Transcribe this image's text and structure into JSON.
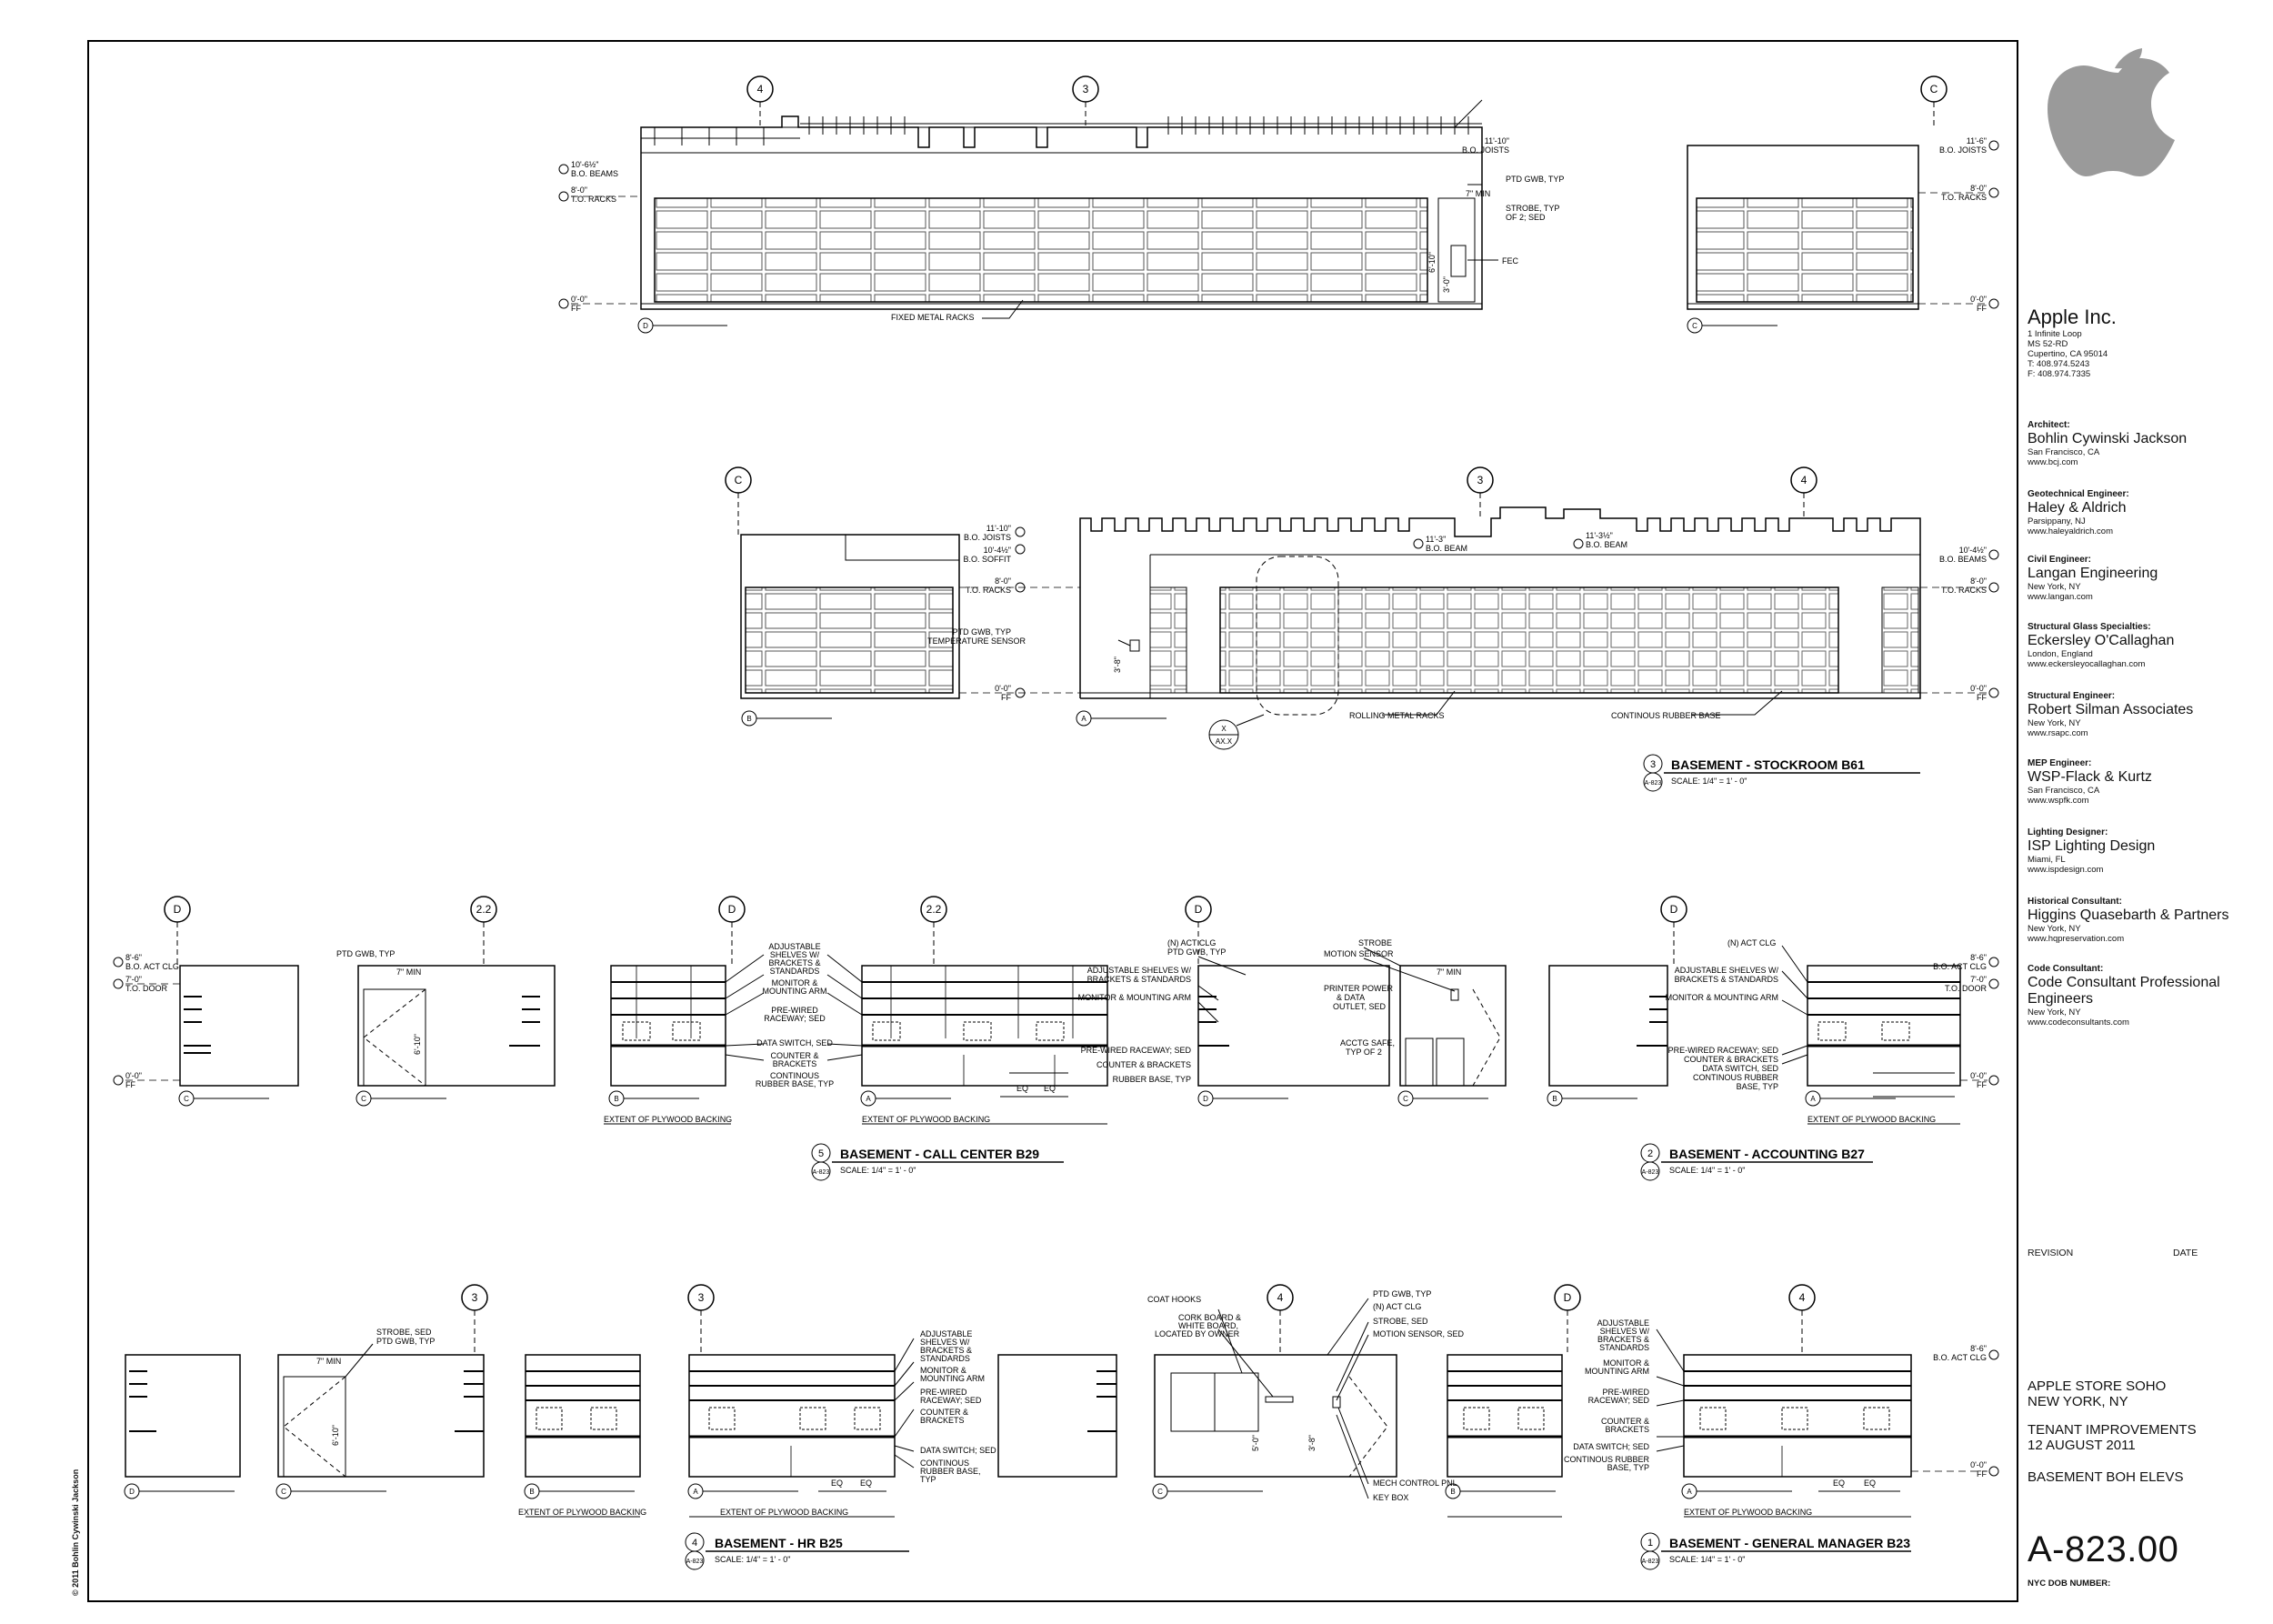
{
  "client": {
    "name": "Apple Inc.",
    "lines": [
      "1 Infinite Loop",
      "MS 52-RD",
      "Cupertino, CA 95014",
      "T: 408.974.5243",
      "F: 408.974.7335"
    ]
  },
  "consultants": [
    {
      "role": "Architect:",
      "name": "Bohlin Cywinski Jackson",
      "loc": "San Francisco, CA",
      "web": "www.bcj.com"
    },
    {
      "role": "Geotechnical Engineer:",
      "name": "Haley & Aldrich",
      "loc": "Parsippany, NJ",
      "web": "www.haleyaldrich.com"
    },
    {
      "role": "Civil Engineer:",
      "name": "Langan Engineering",
      "loc": "New York, NY",
      "web": "www.langan.com"
    },
    {
      "role": "Structural Glass Specialties:",
      "name": "Eckersley O'Callaghan",
      "loc": "London, England",
      "web": "www.eckersleyocallaghan.com"
    },
    {
      "role": "Structural Engineer:",
      "name": "Robert Silman Associates",
      "loc": "New York, NY",
      "web": "www.rsapc.com"
    },
    {
      "role": "MEP Engineer:",
      "name": "WSP-Flack & Kurtz",
      "loc": "San Francisco, CA",
      "web": "www.wspfk.com"
    },
    {
      "role": "Lighting Designer:",
      "name": "ISP Lighting Design",
      "loc": "Miami, FL",
      "web": "www.ispdesign.com"
    },
    {
      "role": "Historical Consultant:",
      "name": "Higgins Quasebarth & Partners",
      "loc": "New York, NY",
      "web": "www.hqpreservation.com"
    },
    {
      "role": "Code Consultant:",
      "name": "Code Consultant Professional Engineers",
      "loc": "New York, NY",
      "web": "www.codeconsultants.com"
    }
  ],
  "revision": {
    "label": "REVISION",
    "date_label": "DATE"
  },
  "project": {
    "line1": "APPLE STORE SOHO",
    "line2": "NEW YORK, NY",
    "line3": "TENANT IMPROVEMENTS",
    "line4": "12 AUGUST 2011"
  },
  "sheet_title": "BASEMENT BOH ELEVS",
  "sheet_number": "A-823.00",
  "dob_label": "NYC DOB NUMBER:",
  "copyright": "© 2011 Bohlin Cywinski Jackson",
  "views": [
    {
      "num": "3",
      "sheet": "A-823",
      "title": "BASEMENT - STOCKROOM B61",
      "scale": "SCALE:  1/4\" = 1' - 0\""
    },
    {
      "num": "5",
      "sheet": "A-823",
      "title": "BASEMENT - CALL CENTER B29",
      "scale": "SCALE:  1/4\" = 1' - 0\""
    },
    {
      "num": "2",
      "sheet": "A-823",
      "title": "BASEMENT - ACCOUNTING B27",
      "scale": "SCALE:  1/4\" = 1' - 0\""
    },
    {
      "num": "4",
      "sheet": "A-823",
      "title": "BASEMENT - HR B25",
      "scale": "SCALE:  1/4\" = 1' - 0\""
    },
    {
      "num": "1",
      "sheet": "A-823",
      "title": "BASEMENT - GENERAL MANAGER B23",
      "scale": "SCALE:  1/4\" = 1' - 0\""
    }
  ],
  "grid_bubbles": {
    "e1": [
      "4",
      "3",
      "C"
    ],
    "e2": [
      "C",
      "3",
      "4"
    ],
    "e3": [
      "D",
      "2.2",
      "D",
      "2.2",
      "D",
      "D"
    ],
    "e4": [
      "3",
      "3",
      "4",
      "D",
      "4"
    ]
  },
  "elev_bottom_tags": {
    "e1": [
      "D",
      "C"
    ],
    "e2": [
      "B",
      "A"
    ],
    "e3": [
      "C",
      "C",
      "B",
      "A",
      "D",
      "C",
      "B",
      "A"
    ],
    "e4": [
      "D",
      "C",
      "B",
      "A",
      "C",
      "B",
      "A"
    ]
  },
  "levels": {
    "e1_left": [
      "10'-6½\"",
      "B.O. BEAMS",
      "8'-0\"",
      "T.O. RACKS",
      "0'-0\"",
      "FF"
    ],
    "e1_mid": [
      "11'-10\"",
      "B.O. JOISTS"
    ],
    "e1_right": [
      "11'-6\"",
      "B.O. JOISTS",
      "8'-0\"",
      "T.O. RACKS",
      "0'-0\"",
      "FF"
    ],
    "e2_mid": [
      "11'-10\"",
      "B.O. JOISTS",
      "10'-4½\"",
      "B.O. SOFFIT",
      "8'-0\"",
      "T.O. RACKS",
      "0'-0\"",
      "FF"
    ],
    "e2_beams": [
      "11'-3\"",
      "B.O. BEAM",
      "11'-3½\"",
      "B.O. BEAM"
    ],
    "e2_right": [
      "10'-4½\"",
      "B.O. BEAMS",
      "8'-0\"",
      "T.O. RACKS",
      "0'-0\"",
      "FF"
    ],
    "e3_left": [
      "8'-6\"",
      "B.O. ACT CLG",
      "7'-0\"",
      "T.O. DOOR",
      "0'-0\"",
      "FF"
    ],
    "e3_right": [
      "8'-6\"",
      "B.O. ACT CLG",
      "7'-0\"",
      "T.O. DOOR",
      "0'-0\"",
      "FF"
    ],
    "e4_right": [
      "8'-6\"",
      "B.O. ACT CLG",
      "0'-0\"",
      "FF"
    ]
  },
  "notes": {
    "e1": [
      "PTD GWB, TYP",
      "7\" MIN",
      "STROBE, TYP",
      "OF 2; SED",
      "FEC",
      "FIXED METAL RACKS",
      "6'-10\"",
      "3'-0\""
    ],
    "e2": [
      "PTD GWB, TYP",
      "TEMPERATURE SENSOR",
      "3'-8\"",
      "ROLLING METAL RACKS",
      "CONTINOUS RUBBER BASE",
      "X",
      "AX.X"
    ],
    "e3a": [
      "PTD GWB, TYP",
      "7\" MIN",
      "6'-10\""
    ],
    "e3b": [
      "ADJUSTABLE",
      "SHELVES W/",
      "BRACKETS &",
      "STANDARDS",
      "MONITOR &",
      "MOUNTING ARM",
      "PRE-WIRED",
      "RACEWAY; SED",
      "DATA SWITCH, SED",
      "COUNTER &",
      "BRACKETS",
      "CONTINOUS",
      "RUBBER BASE, TYP",
      "EXTENT OF PLYWOOD BACKING",
      "EQ",
      "EQ"
    ],
    "e3c": [
      "(N) ACT CLG",
      "PTD GWB, TYP",
      "ADJUSTABLE SHELVES W/",
      "BRACKETS & STANDARDS",
      "MONITOR & MOUNTING ARM",
      "PRE-WIRED RACEWAY; SED",
      "COUNTER & BRACKETS",
      "RUBBER BASE, TYP"
    ],
    "e3d": [
      "STROBE",
      "MOTION SENSOR",
      "7\" MIN",
      "PRINTER POWER",
      "& DATA",
      "OUTLET, SED",
      "ACCTG SAFE,",
      "TYP OF 2"
    ],
    "e3e": [
      "(N) ACT CLG",
      "ADJUSTABLE SHELVES W/",
      "BRACKETS & STANDARDS",
      "MONITOR & MOUNTING ARM",
      "PRE-WIRED RACEWAY; SED",
      "COUNTER & BRACKETS",
      "DATA SWITCH, SED",
      "CONTINOUS RUBBER",
      "BASE, TYP",
      "EXTENT OF PLYWOOD BACKING"
    ],
    "e4a": [
      "STROBE, SED",
      "PTD GWB, TYP",
      "7\" MIN",
      "6'-10\""
    ],
    "e4b": [
      "ADJUSTABLE",
      "SHELVES W/",
      "BRACKETS &",
      "STANDARDS",
      "MONITOR &",
      "MOUNTING ARM",
      "PRE-WIRED",
      "RACEWAY; SED",
      "COUNTER &",
      "BRACKETS",
      "DATA SWITCH; SED",
      "CONTINOUS",
      "RUBBER BASE,",
      "TYP",
      "EXTENT OF PLYWOOD BACKING",
      "EXTENT OF PLYWOOD BACKING",
      "EQ",
      "EQ"
    ],
    "e4c": [
      "COAT HOOKS",
      "CORK BOARD &",
      "WHITE BOARD,",
      "LOCATED BY OWNER",
      "PTD GWB, TYP",
      "(N) ACT CLG",
      "STROBE, SED",
      "MOTION SENSOR, SED",
      "5'-0\"",
      "3'-8\"",
      "MECH CONTROL PNL",
      "KEY BOX"
    ],
    "e4d": [
      "ADJUSTABLE",
      "SHELVES W/",
      "BRACKETS &",
      "STANDARDS",
      "MONITOR &",
      "MOUNTING ARM",
      "PRE-WIRED",
      "RACEWAY; SED",
      "COUNTER &",
      "BRACKETS",
      "DATA SWITCH; SED",
      "CONTINOUS RUBBER",
      "BASE, TYP",
      "EXTENT OF PLYWOOD BACKING",
      "EQ",
      "EQ"
    ]
  }
}
